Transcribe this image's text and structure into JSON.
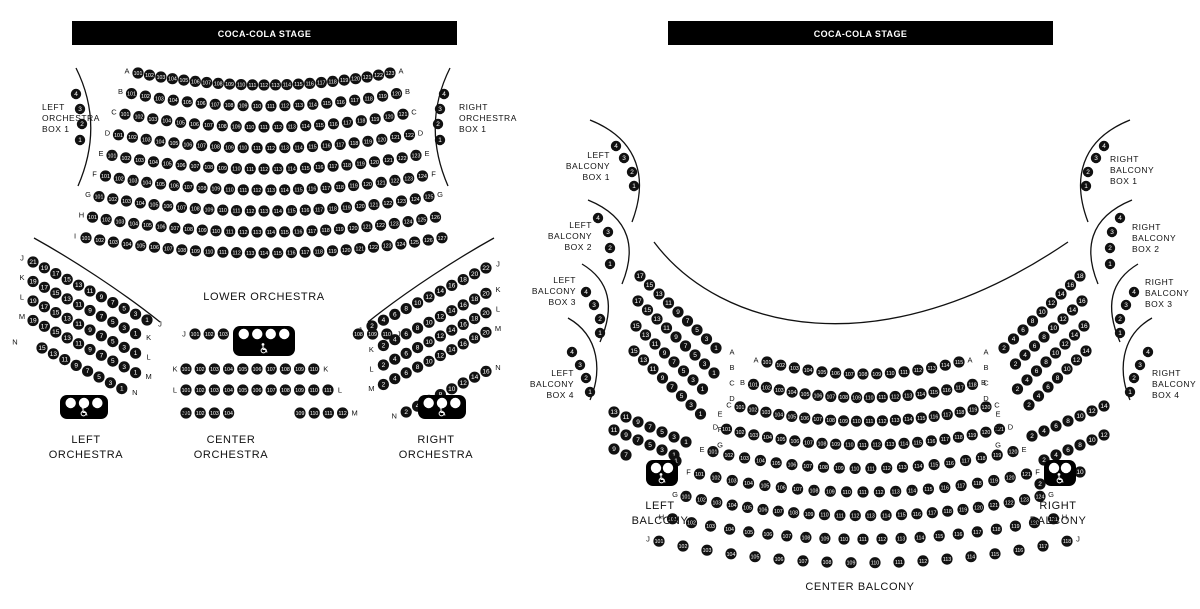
{
  "theatre": {
    "orchestra_stage": "COCA-COLA STAGE",
    "balcony_stage": "COCA-COLA STAGE"
  },
  "orchestra": {
    "lower": {
      "label": "LOWER ORCHESTRA",
      "rows": [
        {
          "row": "A",
          "first": 101,
          "last": 123
        },
        {
          "row": "B",
          "first": 101,
          "last": 120
        },
        {
          "row": "C",
          "first": 101,
          "last": 121
        },
        {
          "row": "D",
          "first": 101,
          "last": 122
        },
        {
          "row": "E",
          "first": 101,
          "last": 123
        },
        {
          "row": "F",
          "first": 101,
          "last": 124
        },
        {
          "row": "G",
          "first": 101,
          "last": 125
        },
        {
          "row": "H",
          "first": 101,
          "last": 126
        },
        {
          "row": "I",
          "first": 101,
          "last": 127
        }
      ]
    },
    "left": {
      "label_line1": "LEFT",
      "label_line2": "ORCHESTRA",
      "rows": [
        {
          "row": "J",
          "seats": [
            "21",
            "19",
            "17",
            "15",
            "13",
            "11",
            "9",
            "7",
            "5",
            "3",
            "1"
          ]
        },
        {
          "row": "K",
          "seats": [
            "19",
            "17",
            "15",
            "13",
            "11",
            "9",
            "7",
            "5",
            "3",
            "1"
          ]
        },
        {
          "row": "L",
          "seats": [
            "19",
            "17",
            "15",
            "13",
            "11",
            "9",
            "7",
            "5",
            "3",
            "1"
          ]
        },
        {
          "row": "M",
          "seats": [
            "19",
            "17",
            "15",
            "13",
            "11",
            "9",
            "7",
            "5",
            "3",
            "1"
          ]
        },
        {
          "row": "N",
          "seats": [
            "15",
            "13",
            "11",
            "9",
            "7",
            "5",
            "3",
            "1"
          ]
        }
      ]
    },
    "center": {
      "label_line1": "CENTER",
      "label_line2": "ORCHESTRA",
      "rows": [
        {
          "row": "J",
          "seats": [
            "101",
            "102",
            "103",
            "104",
            "105",
            "106",
            "107",
            "108",
            "109",
            "110"
          ]
        },
        {
          "row": "K",
          "seats": [
            "101",
            "102",
            "103",
            "104",
            "105",
            "106",
            "107",
            "108",
            "109",
            "110"
          ]
        },
        {
          "row": "L",
          "seats": [
            "101",
            "102",
            "103",
            "104",
            "105",
            "106",
            "107",
            "108",
            "109",
            "110",
            "111"
          ]
        },
        {
          "row": "M",
          "seats": [
            "101",
            "102",
            "103",
            "104",
            "109",
            "110",
            "111",
            "112"
          ]
        }
      ]
    },
    "right": {
      "label_line1": "RIGHT",
      "label_line2": "ORCHESTRA",
      "rows": [
        {
          "row": "J",
          "seats": [
            "2",
            "4",
            "6",
            "8",
            "10",
            "12",
            "14",
            "16",
            "18",
            "20",
            "22"
          ]
        },
        {
          "row": "K",
          "seats": [
            "2",
            "4",
            "6",
            "8",
            "10",
            "12",
            "14",
            "16",
            "18",
            "20"
          ]
        },
        {
          "row": "L",
          "seats": [
            "2",
            "4",
            "6",
            "8",
            "10",
            "12",
            "14",
            "16",
            "18",
            "20"
          ]
        },
        {
          "row": "M",
          "seats": [
            "2",
            "4",
            "6",
            "8",
            "10",
            "12",
            "14",
            "16",
            "18",
            "20"
          ]
        },
        {
          "row": "N",
          "seats": [
            "2",
            "4",
            "6",
            "8",
            "10",
            "12",
            "14",
            "16"
          ]
        }
      ]
    },
    "boxes": [
      {
        "line1": "LEFT",
        "line2": "ORCHESTRA",
        "line3": "BOX 1",
        "seats": [
          "4",
          "3",
          "2",
          "1"
        ]
      },
      {
        "line1": "RIGHT",
        "line2": "ORCHESTRA",
        "line3": "BOX 1",
        "seats": [
          "4",
          "3",
          "2",
          "1"
        ]
      }
    ]
  },
  "balcony": {
    "center": {
      "label": "CENTER BALCONY",
      "rows": [
        {
          "row": "A",
          "first": 101,
          "last": 115
        },
        {
          "row": "B",
          "first": 101,
          "last": 118
        },
        {
          "row": "C",
          "first": 101,
          "last": 120
        },
        {
          "row": "D",
          "first": 101,
          "last": 121
        },
        {
          "row": "E",
          "first": 101,
          "last": 120
        },
        {
          "row": "F",
          "first": 101,
          "last": 121
        },
        {
          "row": "G",
          "first": 101,
          "last": 124
        },
        {
          "row": "H",
          "first": 101,
          "last": 121
        },
        {
          "row": "J",
          "first": 101,
          "last": 118
        }
      ]
    },
    "left": {
      "label_line1": "LEFT",
      "label_line2": "BALCONY",
      "rows": [
        {
          "row": "A",
          "seats": [
            "17",
            "15",
            "13",
            "11",
            "9",
            "7",
            "5",
            "3",
            "1"
          ]
        },
        {
          "row": "B",
          "seats": [
            "17",
            "15",
            "13",
            "11",
            "9",
            "7",
            "5",
            "3",
            "1"
          ]
        },
        {
          "row": "C",
          "seats": [
            "15",
            "13",
            "11",
            "9",
            "7",
            "5",
            "3",
            "1"
          ]
        },
        {
          "row": "D",
          "seats": [
            "15",
            "13",
            "11",
            "9",
            "7",
            "5",
            "3",
            "1"
          ]
        },
        {
          "row": "E",
          "seats": [
            "13",
            "11",
            "9",
            "7",
            "5",
            "3",
            "1"
          ]
        },
        {
          "row": "F",
          "seats": [
            "11",
            "9",
            "7",
            "5",
            "3",
            "1"
          ]
        },
        {
          "row": "G",
          "seats": [
            "9",
            "7",
            "1"
          ]
        }
      ]
    },
    "right": {
      "label_line1": "RIGHT",
      "label_line2": "BALCONY",
      "rows": [
        {
          "row": "A",
          "seats": [
            "2",
            "4",
            "6",
            "8",
            "10",
            "12",
            "14",
            "16",
            "18"
          ]
        },
        {
          "row": "B",
          "seats": [
            "2",
            "4",
            "6",
            "8",
            "10",
            "12",
            "14",
            "16"
          ]
        },
        {
          "row": "C",
          "seats": [
            "2",
            "4",
            "6",
            "8",
            "10",
            "12",
            "14",
            "16"
          ]
        },
        {
          "row": "D",
          "seats": [
            "2",
            "4",
            "6",
            "8",
            "10",
            "12",
            "14"
          ]
        },
        {
          "row": "E",
          "seats": [
            "2",
            "4",
            "6",
            "8",
            "10",
            "12",
            "14"
          ]
        },
        {
          "row": "F",
          "seats": [
            "2",
            "4",
            "6",
            "8",
            "10",
            "12"
          ]
        },
        {
          "row": "G",
          "seats": [
            "2",
            "8",
            "10"
          ]
        }
      ]
    },
    "boxes": [
      {
        "line1": "LEFT",
        "line2": "BALCONY",
        "line3": "BOX 1",
        "seats": [
          "4",
          "3",
          "2",
          "1"
        ]
      },
      {
        "line1": "LEFT",
        "line2": "BALCONY",
        "line3": "BOX 2",
        "seats": [
          "4",
          "3",
          "2",
          "1"
        ]
      },
      {
        "line1": "LEFT",
        "line2": "BALCONY",
        "line3": "BOX 3",
        "seats": [
          "4",
          "3",
          "2",
          "1"
        ]
      },
      {
        "line1": "LEFT",
        "line2": "BALCONY",
        "line3": "BOX 4",
        "seats": [
          "4",
          "3",
          "2",
          "1"
        ]
      },
      {
        "line1": "RIGHT",
        "line2": "BALCONY",
        "line3": "BOX 1",
        "seats": [
          "4",
          "3",
          "2",
          "1"
        ]
      },
      {
        "line1": "RIGHT",
        "line2": "BALCONY",
        "line3": "BOX 2",
        "seats": [
          "4",
          "3",
          "2",
          "1"
        ]
      },
      {
        "line1": "RIGHT",
        "line2": "BALCONY",
        "line3": "BOX 3",
        "seats": [
          "4",
          "3",
          "2",
          "1"
        ]
      },
      {
        "line1": "RIGHT",
        "line2": "BALCONY",
        "line3": "BOX 4",
        "seats": [
          "4",
          "3",
          "2",
          "1"
        ]
      }
    ]
  },
  "accessible": {
    "icon": "wheelchair-icon",
    "orch_left_seats": [
      "7",
      "5",
      "3"
    ],
    "orch_center_seats": [
      "104",
      "105",
      "106",
      "107"
    ],
    "orch_right_seats": [
      "4",
      "6",
      "8"
    ],
    "balc_left_seats": [
      "5",
      "3"
    ],
    "balc_right_seats": [
      "4",
      "6"
    ]
  },
  "colors": {
    "seat": "#111111",
    "stage": "#000000",
    "seat_text": "#ffffff"
  }
}
